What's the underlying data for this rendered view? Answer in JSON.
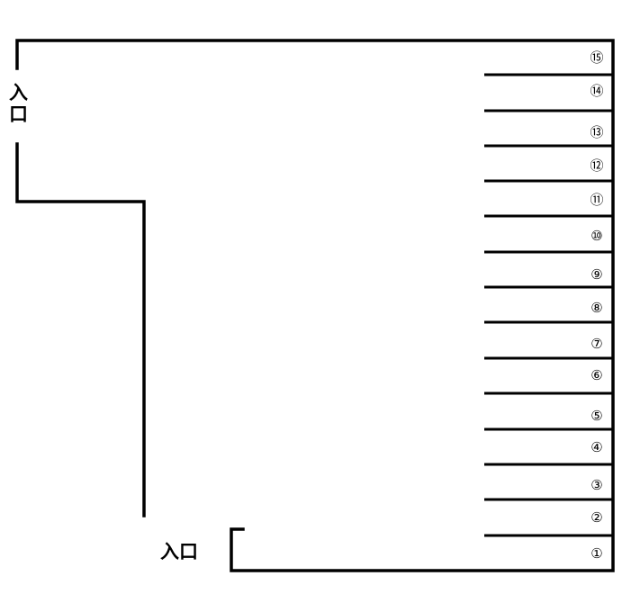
{
  "map": {
    "entrance_top": "入口",
    "entrance_bottom": "入口",
    "space_numbers": [
      "①",
      "②",
      "③",
      "④",
      "⑤",
      "⑥",
      "⑦",
      "⑧",
      "⑨",
      "⑩",
      "⑪",
      "⑫",
      "⑬",
      "⑭",
      "⑮"
    ],
    "line_color": "#000000",
    "background_color": "#ffffff"
  }
}
